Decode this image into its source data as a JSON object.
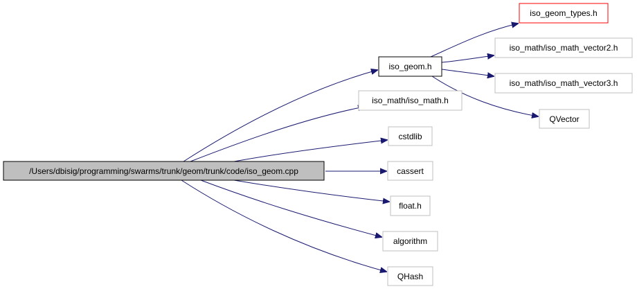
{
  "diagram": {
    "nodes": [
      {
        "id": "root",
        "label": "/Users/dbisig/programming/swarms/trunk/geom/trunk/code/iso_geom.cpp",
        "style": "root"
      },
      {
        "id": "iso_geom_h",
        "label": "iso_geom.h",
        "style": "documented"
      },
      {
        "id": "iso_geom_types_h",
        "label": "iso_geom_types.h",
        "style": "highlight"
      },
      {
        "id": "vector2",
        "label": "iso_math/iso_math_vector2.h",
        "style": "external"
      },
      {
        "id": "vector3",
        "label": "iso_math/iso_math_vector3.h",
        "style": "external"
      },
      {
        "id": "qvector",
        "label": "QVector",
        "style": "external"
      },
      {
        "id": "iso_math_h",
        "label": "iso_math/iso_math.h",
        "style": "external"
      },
      {
        "id": "cstdlib",
        "label": "cstdlib",
        "style": "external"
      },
      {
        "id": "cassert",
        "label": "cassert",
        "style": "external"
      },
      {
        "id": "float_h",
        "label": "float.h",
        "style": "external"
      },
      {
        "id": "algorithm",
        "label": "algorithm",
        "style": "external"
      },
      {
        "id": "qhash",
        "label": "QHash",
        "style": "external"
      }
    ],
    "edges": [
      {
        "from": "root",
        "to": "iso_geom_h"
      },
      {
        "from": "root",
        "to": "iso_math_h"
      },
      {
        "from": "root",
        "to": "cstdlib"
      },
      {
        "from": "root",
        "to": "cassert"
      },
      {
        "from": "root",
        "to": "float_h"
      },
      {
        "from": "root",
        "to": "algorithm"
      },
      {
        "from": "root",
        "to": "qhash"
      },
      {
        "from": "iso_geom_h",
        "to": "iso_geom_types_h"
      },
      {
        "from": "iso_geom_h",
        "to": "vector2"
      },
      {
        "from": "iso_geom_h",
        "to": "vector3"
      },
      {
        "from": "iso_geom_h",
        "to": "qvector"
      }
    ],
    "colors": {
      "edge": "#191970",
      "root_fill": "#bfbfbf",
      "root_border": "#000000",
      "documented_border": "#000000",
      "highlight_border": "#ff0000",
      "external_border": "#bfbfbf"
    }
  }
}
